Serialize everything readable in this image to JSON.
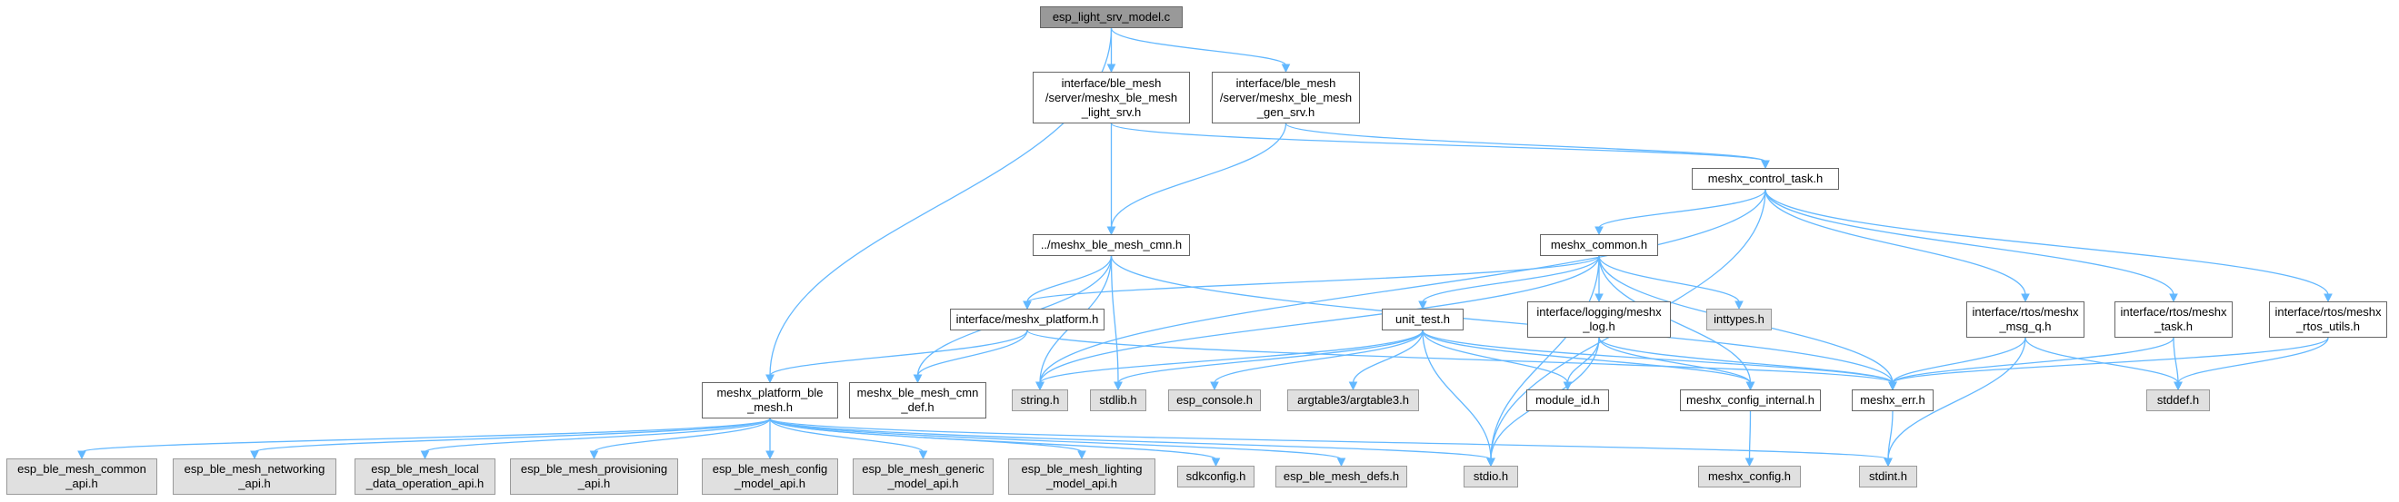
{
  "title": "esp_light_srv_model.c",
  "colors": {
    "edge": "#63b8ff",
    "local_fill": "#ffffff",
    "external_fill": "#e0e0e0",
    "root_fill": "#999999",
    "border": "#666666"
  },
  "nodes": [
    {
      "id": "root",
      "label": "esp_light_srv_model.c",
      "kind": "root"
    },
    {
      "id": "light_srv",
      "label": "interface/ble_mesh\n/server/meshx_ble_mesh\n_light_srv.h",
      "kind": "local"
    },
    {
      "id": "gen_srv",
      "label": "interface/ble_mesh\n/server/meshx_ble_mesh\n_gen_srv.h",
      "kind": "local"
    },
    {
      "id": "control_task",
      "label": "meshx_control_task.h",
      "kind": "local"
    },
    {
      "id": "ble_mesh_cmn",
      "label": "../meshx_ble_mesh_cmn.h",
      "kind": "local"
    },
    {
      "id": "meshx_common",
      "label": "meshx_common.h",
      "kind": "local"
    },
    {
      "id": "msg_q",
      "label": "interface/rtos/meshx\n_msg_q.h",
      "kind": "local"
    },
    {
      "id": "rtos_task",
      "label": "interface/rtos/meshx\n_task.h",
      "kind": "local"
    },
    {
      "id": "rtos_utils",
      "label": "interface/rtos/meshx\n_rtos_utils.h",
      "kind": "local"
    },
    {
      "id": "meshx_platform",
      "label": "interface/meshx_platform.h",
      "kind": "local"
    },
    {
      "id": "unit_test",
      "label": "unit_test.h",
      "kind": "local"
    },
    {
      "id": "logging",
      "label": "interface/logging/meshx\n_log.h",
      "kind": "local"
    },
    {
      "id": "inttypes",
      "label": "inttypes.h",
      "kind": "ext"
    },
    {
      "id": "platform_ble",
      "label": "meshx_platform_ble\n_mesh.h",
      "kind": "local"
    },
    {
      "id": "cmn_def",
      "label": "meshx_ble_mesh_cmn\n_def.h",
      "kind": "local"
    },
    {
      "id": "string",
      "label": "string.h",
      "kind": "ext"
    },
    {
      "id": "stdlib",
      "label": "stdlib.h",
      "kind": "ext"
    },
    {
      "id": "esp_console",
      "label": "esp_console.h",
      "kind": "ext"
    },
    {
      "id": "argtable3",
      "label": "argtable3/argtable3.h",
      "kind": "ext"
    },
    {
      "id": "module_id",
      "label": "module_id.h",
      "kind": "local"
    },
    {
      "id": "config_internal",
      "label": "meshx_config_internal.h",
      "kind": "local"
    },
    {
      "id": "meshx_err",
      "label": "meshx_err.h",
      "kind": "local"
    },
    {
      "id": "stddef",
      "label": "stddef.h",
      "kind": "ext"
    },
    {
      "id": "common_api",
      "label": "esp_ble_mesh_common\n_api.h",
      "kind": "ext"
    },
    {
      "id": "networking_api",
      "label": "esp_ble_mesh_networking\n_api.h",
      "kind": "ext"
    },
    {
      "id": "local_data_api",
      "label": "esp_ble_mesh_local\n_data_operation_api.h",
      "kind": "ext"
    },
    {
      "id": "provisioning_api",
      "label": "esp_ble_mesh_provisioning\n_api.h",
      "kind": "ext"
    },
    {
      "id": "config_model_api",
      "label": "esp_ble_mesh_config\n_model_api.h",
      "kind": "ext"
    },
    {
      "id": "generic_model_api",
      "label": "esp_ble_mesh_generic\n_model_api.h",
      "kind": "ext"
    },
    {
      "id": "lighting_model_api",
      "label": "esp_ble_mesh_lighting\n_model_api.h",
      "kind": "ext"
    },
    {
      "id": "sdkconfig",
      "label": "sdkconfig.h",
      "kind": "ext"
    },
    {
      "id": "defs",
      "label": "esp_ble_mesh_defs.h",
      "kind": "ext"
    },
    {
      "id": "stdio",
      "label": "stdio.h",
      "kind": "ext"
    },
    {
      "id": "stdint",
      "label": "stdint.h",
      "kind": "ext"
    },
    {
      "id": "meshx_config",
      "label": "meshx_config.h",
      "kind": "ext"
    }
  ],
  "edges": [
    [
      "root",
      "light_srv"
    ],
    [
      "root",
      "gen_srv"
    ],
    [
      "root",
      "platform_ble"
    ],
    [
      "light_srv",
      "ble_mesh_cmn"
    ],
    [
      "light_srv",
      "control_task"
    ],
    [
      "gen_srv",
      "ble_mesh_cmn"
    ],
    [
      "gen_srv",
      "control_task"
    ],
    [
      "control_task",
      "meshx_common"
    ],
    [
      "control_task",
      "msg_q"
    ],
    [
      "control_task",
      "rtos_task"
    ],
    [
      "control_task",
      "rtos_utils"
    ],
    [
      "control_task",
      "string"
    ],
    [
      "control_task",
      "stdio"
    ],
    [
      "ble_mesh_cmn",
      "meshx_platform"
    ],
    [
      "ble_mesh_cmn",
      "cmn_def"
    ],
    [
      "ble_mesh_cmn",
      "string"
    ],
    [
      "ble_mesh_cmn",
      "stdlib"
    ],
    [
      "ble_mesh_cmn",
      "meshx_err"
    ],
    [
      "meshx_common",
      "meshx_platform"
    ],
    [
      "meshx_common",
      "unit_test"
    ],
    [
      "meshx_common",
      "logging"
    ],
    [
      "meshx_common",
      "inttypes"
    ],
    [
      "meshx_common",
      "string"
    ],
    [
      "meshx_common",
      "stdio"
    ],
    [
      "meshx_common",
      "config_internal"
    ],
    [
      "meshx_common",
      "meshx_err"
    ],
    [
      "meshx_platform",
      "platform_ble"
    ],
    [
      "meshx_platform",
      "cmn_def"
    ],
    [
      "meshx_platform",
      "meshx_err"
    ],
    [
      "unit_test",
      "string"
    ],
    [
      "unit_test",
      "stdlib"
    ],
    [
      "unit_test",
      "esp_console"
    ],
    [
      "unit_test",
      "argtable3"
    ],
    [
      "unit_test",
      "module_id"
    ],
    [
      "unit_test",
      "config_internal"
    ],
    [
      "unit_test",
      "meshx_err"
    ],
    [
      "unit_test",
      "stdio"
    ],
    [
      "logging",
      "module_id"
    ],
    [
      "logging",
      "config_internal"
    ],
    [
      "logging",
      "meshx_err"
    ],
    [
      "logging",
      "stdio"
    ],
    [
      "msg_q",
      "meshx_err"
    ],
    [
      "msg_q",
      "stddef"
    ],
    [
      "msg_q",
      "stdint"
    ],
    [
      "rtos_task",
      "meshx_err"
    ],
    [
      "rtos_task",
      "stddef"
    ],
    [
      "rtos_utils",
      "meshx_err"
    ],
    [
      "rtos_utils",
      "stddef"
    ],
    [
      "platform_ble",
      "common_api"
    ],
    [
      "platform_ble",
      "networking_api"
    ],
    [
      "platform_ble",
      "local_data_api"
    ],
    [
      "platform_ble",
      "provisioning_api"
    ],
    [
      "platform_ble",
      "config_model_api"
    ],
    [
      "platform_ble",
      "generic_model_api"
    ],
    [
      "platform_ble",
      "lighting_model_api"
    ],
    [
      "platform_ble",
      "sdkconfig"
    ],
    [
      "platform_ble",
      "defs"
    ],
    [
      "platform_ble",
      "stdio"
    ],
    [
      "platform_ble",
      "stdint"
    ],
    [
      "config_internal",
      "meshx_config"
    ],
    [
      "meshx_err",
      "stdint"
    ]
  ]
}
